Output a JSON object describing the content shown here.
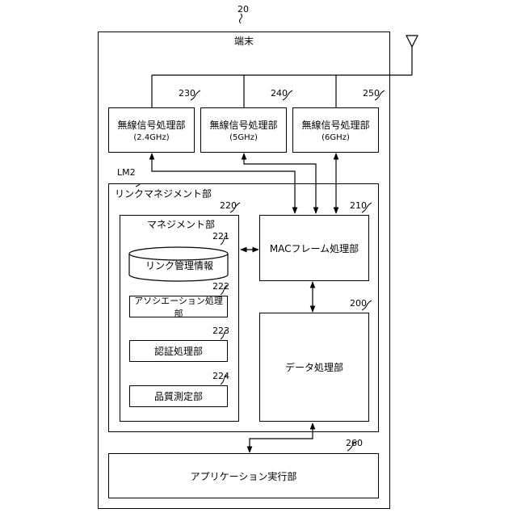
{
  "terminal": {
    "ref": "20",
    "label": "端末"
  },
  "radios": [
    {
      "ref": "230",
      "label": "無線信号処理部",
      "band": "(2.4GHz)"
    },
    {
      "ref": "240",
      "label": "無線信号処理部",
      "band": "(5GHz)"
    },
    {
      "ref": "250",
      "label": "無線信号処理部",
      "band": "(6GHz)"
    }
  ],
  "link_management": {
    "ref": "LM2",
    "label": "リンクマネジメント部"
  },
  "management": {
    "ref": "220",
    "label": "マネジメント部",
    "items": [
      {
        "ref": "221",
        "label": "リンク管理情報"
      },
      {
        "ref": "222",
        "label": "アソシエーション処理部"
      },
      {
        "ref": "223",
        "label": "認証処理部"
      },
      {
        "ref": "224",
        "label": "品質測定部"
      }
    ]
  },
  "mac": {
    "ref": "210",
    "label": "MACフレーム処理部"
  },
  "data_proc": {
    "ref": "200",
    "label": "データ処理部"
  },
  "app": {
    "ref": "260",
    "label": "アプリケーション実行部"
  }
}
